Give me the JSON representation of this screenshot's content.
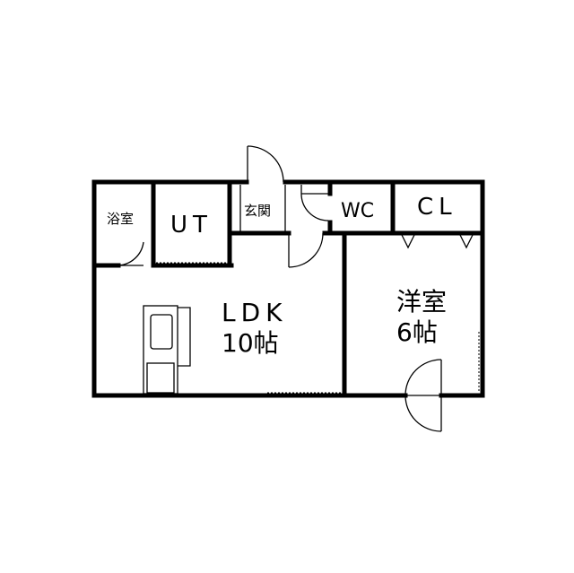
{
  "rooms": {
    "bath": "浴室",
    "utility": "UT",
    "entrance": "玄関",
    "toilet": "WC",
    "closet": "CL",
    "ldk_name": "LDK",
    "ldk_size": "10帖",
    "western_name": "洋室",
    "western_size": "6帖"
  }
}
